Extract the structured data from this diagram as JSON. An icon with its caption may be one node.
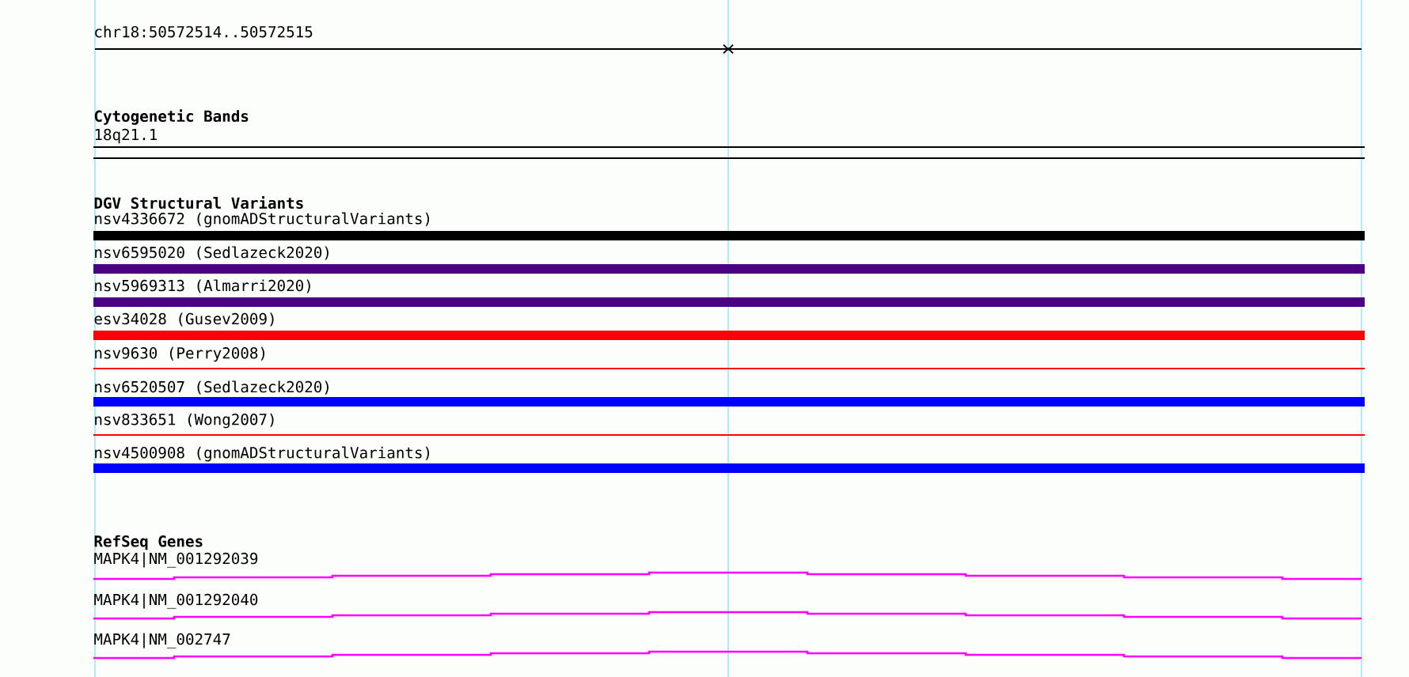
{
  "diagram": {
    "labels": [
      "chr18:50572514..50572515",
      "Cytogenetic Bands",
      "18q21.1",
      "DGV Structural Variants",
      "nsv4336672 (gnomADStructuralVariants)",
      "nsv6595020 (Sedlazeck2020)",
      "nsv5969313 (Almarri2020)",
      "esv34028 (Gusev2009)",
      "nsv9630 (Perry2008)",
      "nsv6520507 (Sedlazeck2020)",
      "nsv833651 (Wong2007)",
      "nsv4500908 (gnomADStructuralVariants)",
      "RefSeq Genes",
      "MAPK4|NM_001292039",
      "MAPK4|NM_001292040",
      "MAPK4|NM_002747"
    ]
  }
}
